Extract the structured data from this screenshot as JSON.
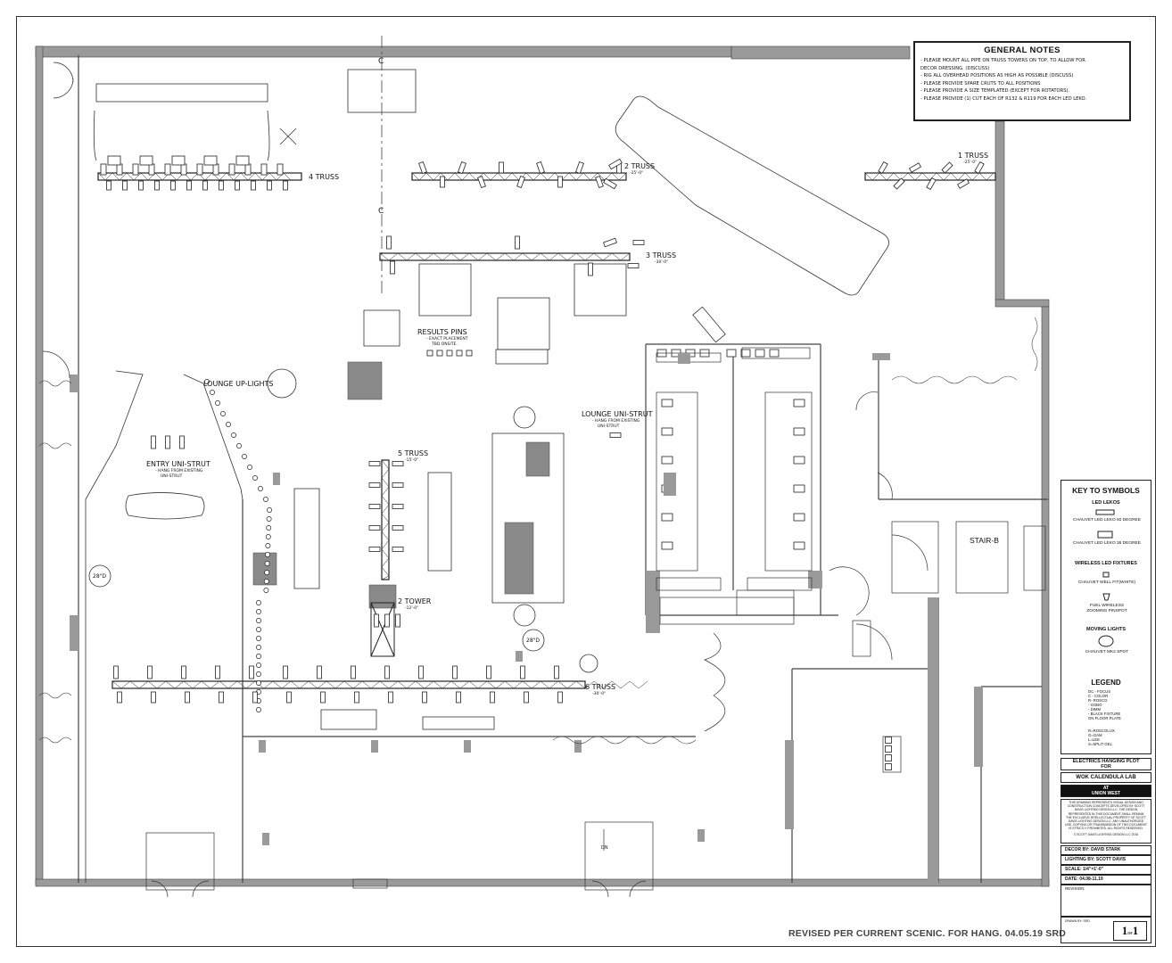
{
  "general_notes": {
    "title": "GENERAL NOTES",
    "items": [
      "- PLEASE MOUNT ALL PIPE ON TRUSS TOWERS ON TOP, TO ALLOW FOR",
      "DECOR DRESSING. (DISCUSS)",
      "- RIG ALL OVERHEAD POSITIONS AS HIGH AS POSSIBLE (DISCUSS)",
      "- PLEASE PROVIDE SPARE CRUTS TO ALL POSITIONS",
      "- PLEASE PROVIDE A SIZE TEMPLATED (EXCEPT FOR ROTATORS).",
      "- PLEASE PROVIDE (1) CUT EACH OF R132 & R119 FOR EACH LED LEKO."
    ]
  },
  "key_to_symbols": {
    "title": "KEY TO SYMBOLS",
    "led_lekos": "LED LEKOS",
    "leko50": "CHAUVET LED LEKO 50 DEGREE",
    "leko36": "CHAUVET LED LEKO 36 DEGREE",
    "wireless": "WIRELESS LED FIXTURES",
    "well": "CHAUVET WELL FIT(WHITE)",
    "fuel1": "FUEL WIRELESS",
    "fuel2": "ZOOMING PINSPOT",
    "moving": "MOVING LIGHTS",
    "mk2": "CHAUVET MK2 SPOT",
    "legend": "LEGEND",
    "legend_items": [
      "DC - FOCUS",
      "C - COLOR",
      "R- ROSCO",
      "- GOBO",
      "- DIMM",
      "- BLACK FIXTURE",
      "ON FLOOR PLATE"
    ],
    "legend_items2": [
      "R=ROSCOLUX",
      "G=GAM",
      "L=LEE",
      "S=SPLIT GEL"
    ]
  },
  "title_block": {
    "plot": "ELECTRICS HANGING PLOT",
    "for": "FOR",
    "project": "WOK CALENDULA LAB",
    "at": "AT",
    "venue": "UNION WEST",
    "disclaimer": "THIS DRAWING REPRESENTS VISUAL DESIGN AND CONSTRUCTION CONCEPTS DEVELOPED BY SCOTT DAVIS LIGHTING DESIGN LLC. THE DESIGN REPRESENTED IN THIS DOCUMENT SHALL REMAIN THE EXCLUSIVE INTELLECTUAL PROPERTY OF SCOTT DAVIS LIGHTING DESIGN LLC. ANY UNAUTHORIZED USE, COPYING OR TRANSMISSION OF THIS DOCUMENT IS STRICTLY PROHIBITED. ALL RIGHTS RESERVED.",
    "copyright": "© SCOTT DAVIS LIGHTING DESIGN LLC 2016",
    "decor": "DECOR BY: DAVID STARK",
    "lighting": "LIGHTING BY: SCOTT DAVIS",
    "scale": "SCALE: 1/4\"=1'-0\"",
    "date": "DATE: 04.08-11.19",
    "revision": "REVISION",
    "drawn": "DRAWN BY: SRD",
    "sheet": "1",
    "of": "OF",
    "total": "1"
  },
  "labels": {
    "truss4": "4 TRUSS",
    "truss2": "2 TRUSS",
    "truss2_h": "-25'-0\"",
    "truss1": "1 TRUSS",
    "truss1_h": "-25'-0\"",
    "truss3": "3 TRUSS",
    "truss3_h": "-30'-0\"",
    "truss5": "5 TRUSS",
    "truss5_h": "-15'-0\"",
    "truss6": "6 TRUSS",
    "truss6_h": "-30'-0\"",
    "tower2": "2 TOWER",
    "tower2_h": "-12'-0\"",
    "results": "RESULTS PINS",
    "results_s1": "- EXACT PLACEMENT",
    "results_s2": "TBD ONSITE.",
    "lounge_up": "LOUNGE UP-LIGHTS",
    "lounge_uni": "LOUNGE UNI-STRUT",
    "lounge_uni_s1": "- HANG FROM EXISTING",
    "lounge_uni_s2": "UNI-STRUT",
    "entry_uni": "ENTRY UNI-STRUT",
    "entry_uni_s1": "- HANG FROM EXISTING",
    "entry_uni_s2": "UNI-STRUT",
    "d28a": "28\"D",
    "d28b": "28\"D",
    "stair": "STAIR-B",
    "dn": "DN",
    "cl": "C"
  },
  "revised_note": "REVISED PER CURRENT SCENIC. FOR HANG. 04.05.19 SRD",
  "colors": {
    "wall": "#888888",
    "line": "#222222",
    "fill_dark": "#8a8a8a"
  }
}
